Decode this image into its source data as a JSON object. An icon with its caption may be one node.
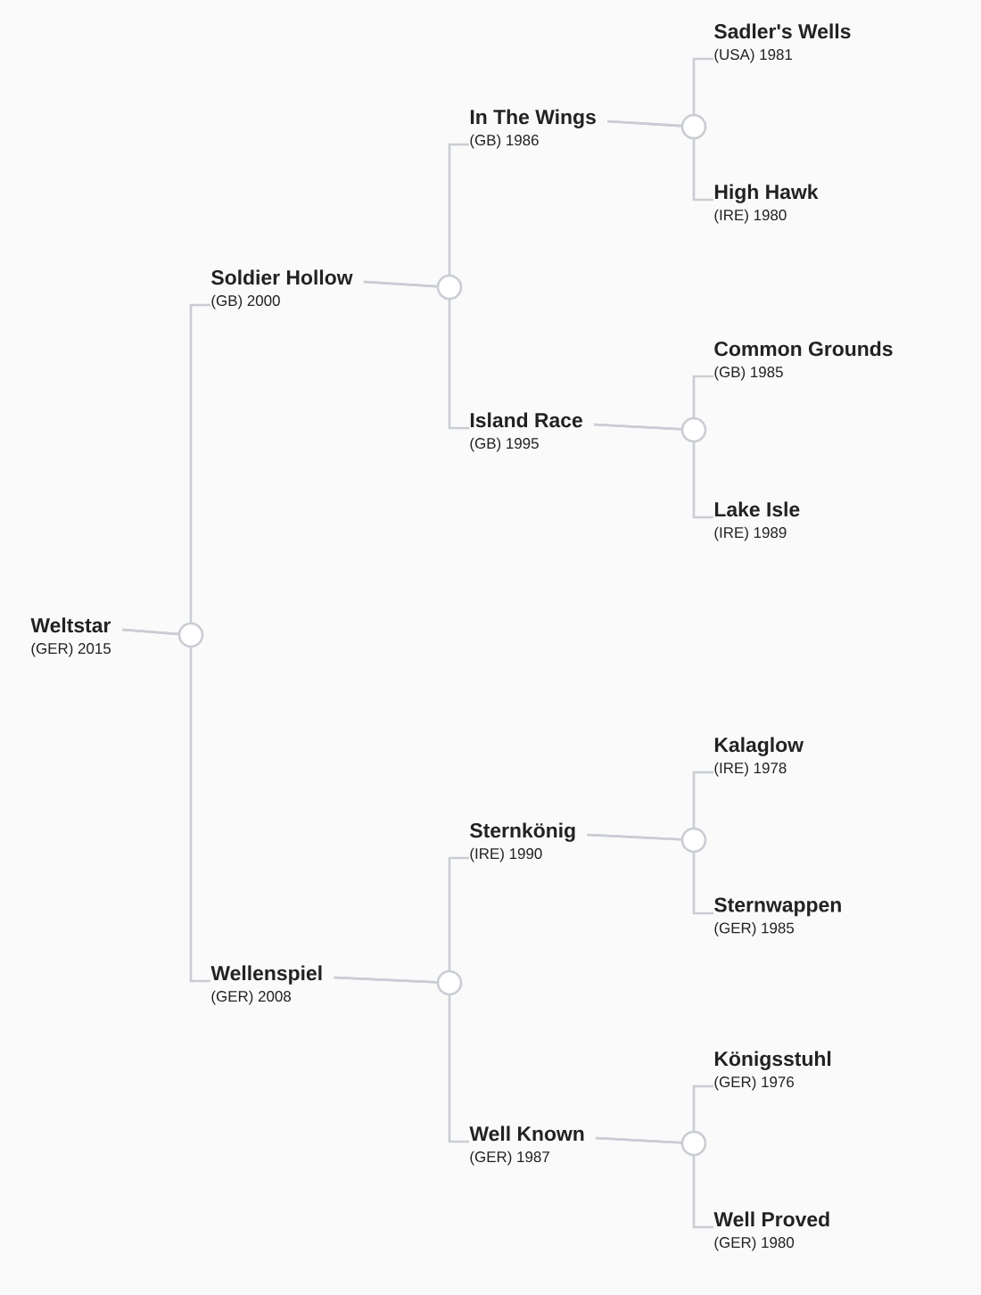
{
  "diagram": {
    "nodes": [
      {
        "text": [
          "Weltstar",
          "(GER) 2015"
        ]
      },
      {
        "text": [
          "Soldier Hollow",
          "(GB) 2000"
        ]
      },
      {
        "text": [
          "In The Wings",
          "(GB) 1986"
        ]
      },
      {
        "text": [
          "Sadler's Wells",
          "(USA) 1981"
        ]
      },
      {
        "text": [
          "High Hawk",
          "(IRE) 1980"
        ]
      },
      {
        "text": [
          "Island Race",
          "(GB) 1995"
        ]
      },
      {
        "text": [
          "Common Grounds",
          "(GB) 1985"
        ]
      },
      {
        "text": [
          "Lake Isle",
          "(IRE) 1989"
        ]
      },
      {
        "text": [
          "Wellenspiel",
          "(GER) 2008"
        ]
      },
      {
        "text": [
          "Sternkönig",
          "(IRE) 1990"
        ]
      },
      {
        "text": [
          "Kalaglow",
          "(IRE) 1978"
        ]
      },
      {
        "text": [
          "Sternwappen",
          "(GER) 1985"
        ]
      },
      {
        "text": [
          "Well Known",
          "(GER) 1987"
        ]
      },
      {
        "text": [
          "Königsstuhl",
          "(GER) 1976"
        ]
      },
      {
        "text": [
          "Well Proved",
          "(GER) 1980"
        ]
      }
    ],
    "edges": [
      {
        "from": 0,
        "to": 1,
        "arrow": "none"
      },
      {
        "from": 0,
        "to": 8,
        "arrow": "none"
      },
      {
        "from": 1,
        "to": 2,
        "arrow": "none"
      },
      {
        "from": 1,
        "to": 5,
        "arrow": "none"
      },
      {
        "from": 2,
        "to": 3,
        "arrow": "none"
      },
      {
        "from": 2,
        "to": 4,
        "arrow": "none"
      },
      {
        "from": 5,
        "to": 6,
        "arrow": "none"
      },
      {
        "from": 5,
        "to": 7,
        "arrow": "none"
      },
      {
        "from": 8,
        "to": 9,
        "arrow": "none"
      },
      {
        "from": 8,
        "to": 12,
        "arrow": "none"
      },
      {
        "from": 9,
        "to": 10,
        "arrow": "none"
      },
      {
        "from": 9,
        "to": 11,
        "arrow": "none"
      },
      {
        "from": 12,
        "to": 13,
        "arrow": "none"
      },
      {
        "from": 12,
        "to": 14,
        "arrow": "none"
      }
    ]
  }
}
